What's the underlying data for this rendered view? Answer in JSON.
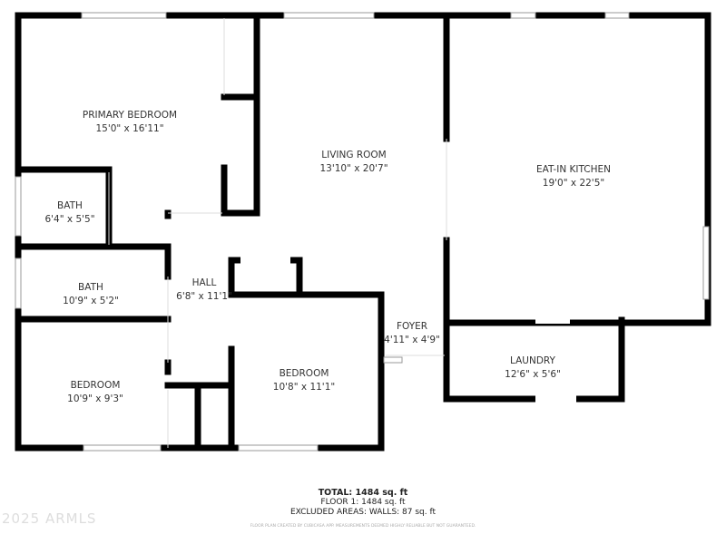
{
  "rooms": [
    {
      "name": "PRIMARY BEDROOM",
      "size": "15'0\" x 16'11\""
    },
    {
      "name": "LIVING ROOM",
      "size": "13'10\" x 20'7\""
    },
    {
      "name": "EAT-IN KITCHEN",
      "size": "19'0\" x 22'5\""
    },
    {
      "name": "BATH",
      "size": "6'4\" x 5'5\""
    },
    {
      "name": "BATH",
      "size": "10'9\" x 5'2\""
    },
    {
      "name": "HALL",
      "size": "6'8\" x 11'1\""
    },
    {
      "name": "FOYER",
      "size": "4'11\" x 4'9\""
    },
    {
      "name": "LAUNDRY",
      "size": "12'6\" x 5'6\""
    },
    {
      "name": "BEDROOM",
      "size": "10'9\" x 9'3\""
    },
    {
      "name": "BEDROOM",
      "size": "10'8\" x 11'1\""
    }
  ],
  "totals": {
    "total": "TOTAL: 1484 sq. ft",
    "floor": "FLOOR 1: 1484 sq. ft",
    "excluded": "EXCLUDED AREAS: WALLS: 87 sq. ft",
    "disclaimer": "FLOOR PLAN CREATED BY CUBICASA APP. MEASUREMENTS DEEMED HIGHLY RELIABLE BUT NOT GUARANTEED."
  },
  "watermark": "2025 ARMLS",
  "colors": {
    "wall": "#000000",
    "window": "#bbbbbb"
  }
}
